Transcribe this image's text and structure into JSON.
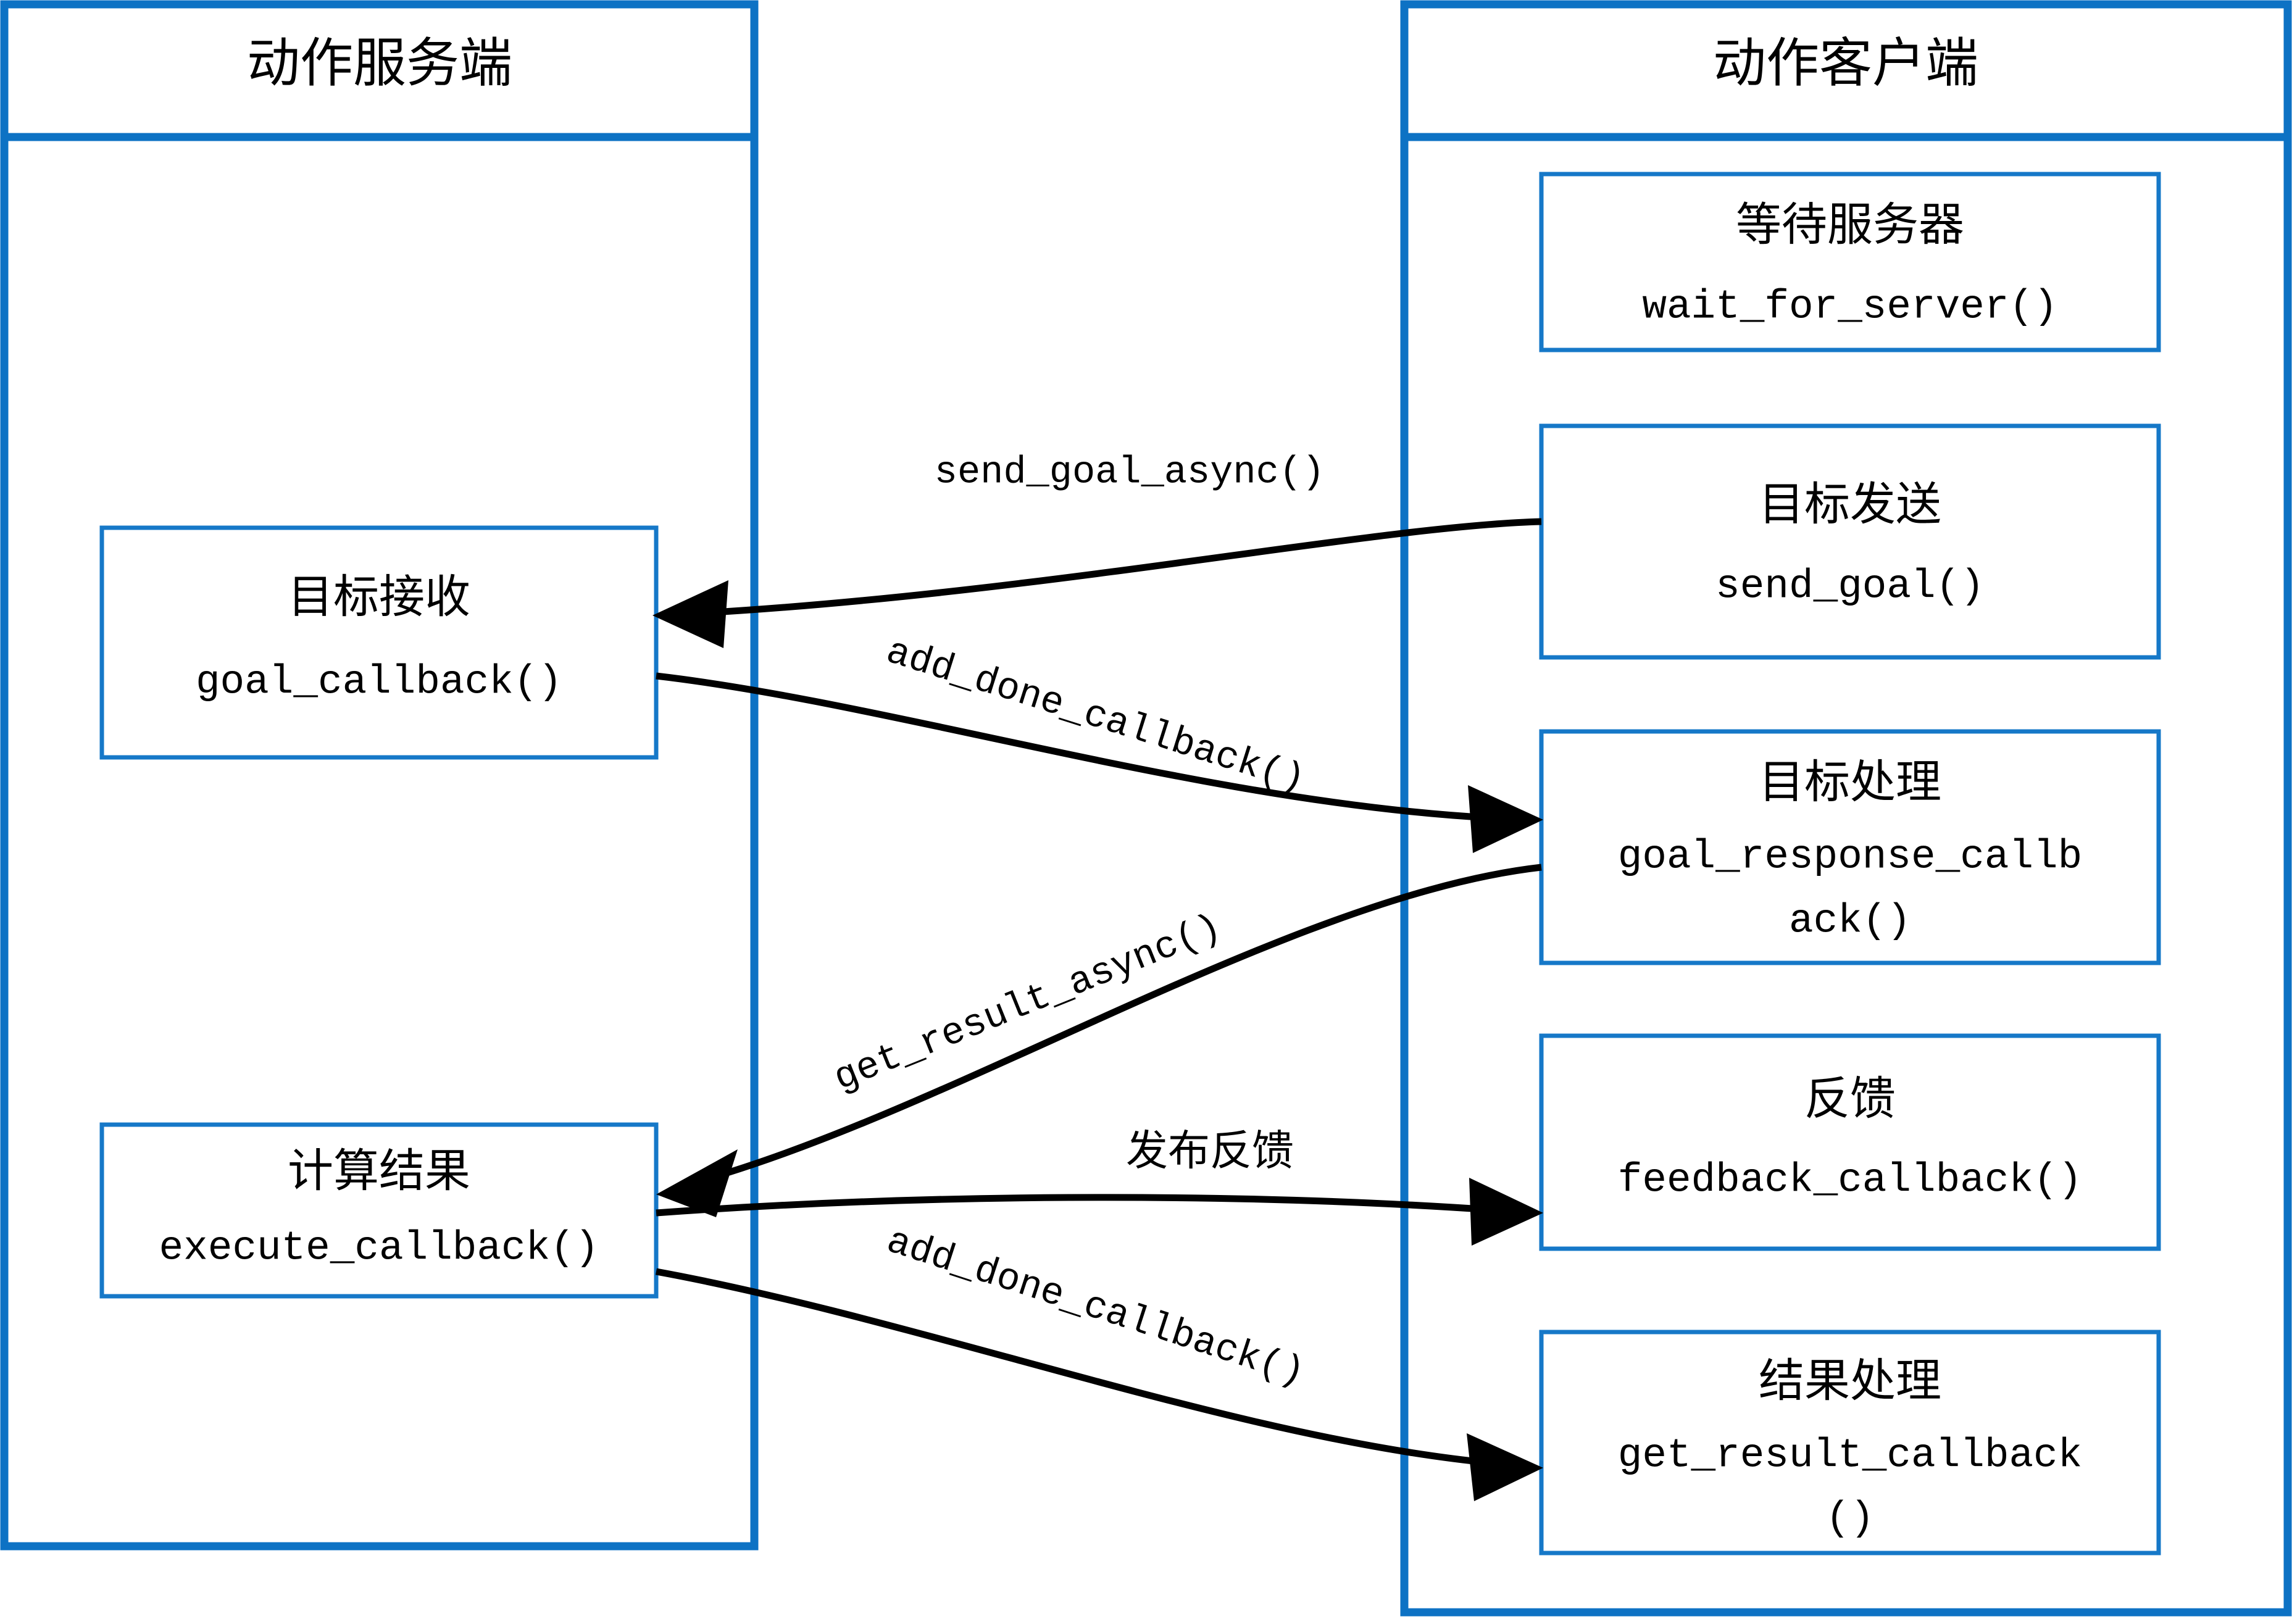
{
  "diagram": {
    "type": "flow-diagram",
    "title_left": "动作服务端",
    "title_right": "动作客户端",
    "accent_color": "#0d72c4",
    "box_border_color": "#1678c8",
    "line_color": "#000000",
    "background": "#ffffff"
  },
  "server_panel": {
    "title": "动作服务端",
    "nodes": [
      {
        "cn": "目标接收",
        "code": "goal_callback()"
      },
      {
        "cn": "计算结果",
        "code": "execute_callback()"
      }
    ]
  },
  "client_panel": {
    "title": "动作客户端",
    "nodes": [
      {
        "cn": "等待服务器",
        "code": "wait_for_server()",
        "code2": ""
      },
      {
        "cn": "目标发送",
        "code": "send_goal()",
        "code2": ""
      },
      {
        "cn": "目标处理",
        "code": "goal_response_callb",
        "code2": "ack()"
      },
      {
        "cn": "反馈",
        "code": "feedback_callback()",
        "code2": ""
      },
      {
        "cn": "结果处理",
        "code": "get_result_callback",
        "code2": "()"
      }
    ]
  },
  "edges": [
    {
      "label": "send_goal_async()",
      "from": "目标发送",
      "to": "目标接收",
      "direction": "client-to-server"
    },
    {
      "label": "add_done_callback()",
      "from": "目标接收",
      "to": "目标处理",
      "direction": "server-to-client"
    },
    {
      "label": "get_result_async()",
      "from": "目标处理",
      "to": "计算结果",
      "direction": "client-to-server"
    },
    {
      "label": "发布反馈",
      "from": "计算结果",
      "to": "反馈",
      "direction": "server-to-client"
    },
    {
      "label": "add_done_callback()",
      "from": "计算结果",
      "to": "结果处理",
      "direction": "server-to-client"
    }
  ]
}
